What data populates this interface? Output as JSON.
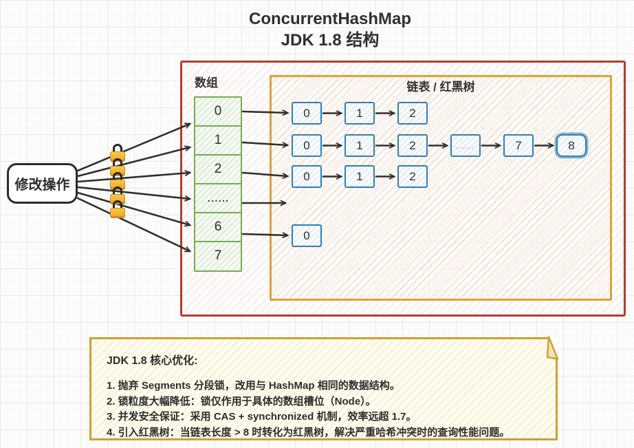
{
  "title": {
    "line1": "ConcurrentHashMap",
    "line2": "JDK 1.8 结构"
  },
  "diagram": {
    "modify_label": "修改操作",
    "array_label": "数组",
    "list_label": "链表 / 红黑树",
    "array_cells": [
      "0",
      "1",
      "2",
      "......",
      "6",
      "7"
    ],
    "rows": [
      {
        "from_cell": "0",
        "nodes": [
          "0",
          "1",
          "2"
        ]
      },
      {
        "from_cell": "1",
        "nodes": [
          "0",
          "1",
          "2",
          "......",
          "7",
          "8"
        ]
      },
      {
        "from_cell": "2",
        "nodes": [
          "0",
          "1",
          "2"
        ]
      },
      {
        "from_cell": "......",
        "nodes": []
      },
      {
        "from_cell": "6",
        "nodes": [
          "0"
        ]
      }
    ],
    "lock_count": 5,
    "lock_icon": "padlock-icon"
  },
  "note": {
    "heading": "JDK 1.8 核心优化:",
    "items": [
      "1. 抛弃 Segments 分段锁，改用与 HashMap 相同的数据结构。",
      "2. 锁粒度大幅降低：锁仅作用于具体的数组槽位（Node）。",
      "3. 并发安全保证：采用 CAS + synchronized 机制，效率远超 1.7。",
      "4. 引入红黑树：当链表长度 > 8 时转化为红黑树，解决严重哈希冲突时的查询性能问题。"
    ]
  },
  "colors": {
    "frame_red": "#b33c31",
    "frame_orange": "#e2a12f",
    "array_green": "#75ab57",
    "node_blue": "#2e7fb6",
    "note_gold": "#cfa12f",
    "lock_yellow": "#f2b632",
    "arrow_black": "#2f2f2f"
  }
}
